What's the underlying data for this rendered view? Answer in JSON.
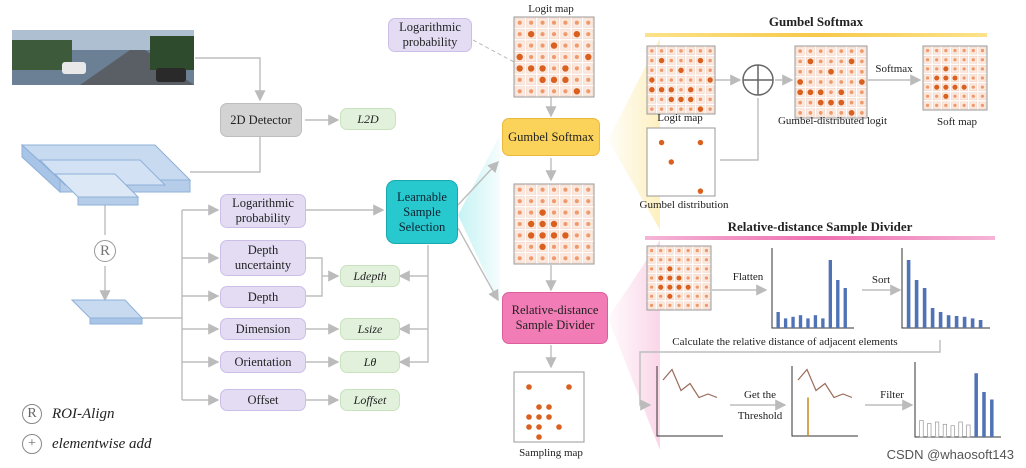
{
  "left": {
    "detector": "2D Detector",
    "loss_2d": "L2D",
    "roi_symbol": "R",
    "heads": [
      {
        "label": "Logarithmic probability"
      },
      {
        "label": "Depth uncertainty"
      },
      {
        "label": "Depth"
      },
      {
        "label": "Dimension"
      },
      {
        "label": "Orientation"
      },
      {
        "label": "Offset"
      }
    ],
    "losses": {
      "depth": "Ldepth",
      "size": "Lsize",
      "theta": "Lθ",
      "offset": "Loffset"
    },
    "selection": "Learnable Sample Selection",
    "legend": {
      "roi": "ROI-Align",
      "add": "elementwise add"
    }
  },
  "middle": {
    "top_label": "Logarithmic probability",
    "logit_map": "Logit map",
    "gumbel": "Gumbel Softmax",
    "divider": "Relative-distance Sample Divider",
    "sampling_map": "Sampling map"
  },
  "gumbel_panel": {
    "title": "Gumbel Softmax",
    "logit_map": "Logit map",
    "gumbel_logit": "Gumbel-distributed logit",
    "softmax": "Softmax",
    "soft_map": "Soft map",
    "gumbel_dist": "Gumbel distribution"
  },
  "divider_panel": {
    "title": "Relative-distance Sample Divider",
    "flatten": "Flatten",
    "sort": "Sort",
    "caption": "Calculate the relative distance of adjacent elements",
    "threshold_top": "Get the",
    "threshold_bottom": "Threshold",
    "filter": "Filter"
  },
  "watermark": "CSDN @whaosoft143"
}
